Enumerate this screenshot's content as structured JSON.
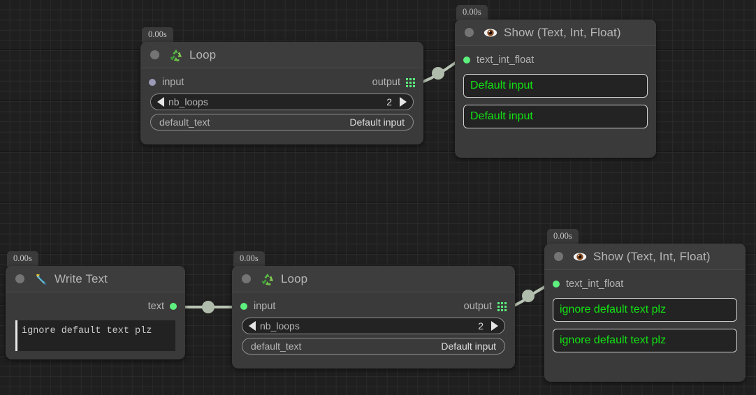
{
  "canvas": {
    "background_color": "#1f1f1f",
    "grid_minor_color": "#2b2b2b",
    "grid_major_color": "#171717"
  },
  "colors": {
    "accent_green": "#5ef07e",
    "value_green": "#13e313",
    "port_lavender": "#9a9ab8",
    "edge": "#b9c4b4",
    "node_body": "#3a3a3a",
    "node_header": "#3d3d3d",
    "title_text": "#b6b6b6"
  },
  "nodes": [
    {
      "id": "loop-top",
      "time_badge": "0.00s",
      "title": "Loop",
      "icon": "recycle-icon",
      "ports": {
        "input_label": "input",
        "input_state": "disconnected",
        "output_label": "output",
        "output_icon": "list-grid-icon"
      },
      "params": [
        {
          "name": "nb_loops",
          "value": "2",
          "type": "stepper",
          "left_arrow": "previous",
          "right_arrow": "next"
        },
        {
          "name": "default_text",
          "value": "Default input",
          "type": "text"
        }
      ]
    },
    {
      "id": "show-top",
      "time_badge": "0.00s",
      "title": "Show (Text, Int, Float)",
      "icon": "eye-icon",
      "ports": {
        "input_label": "text_int_float",
        "input_state": "connected"
      },
      "displays": [
        "Default input",
        "Default input"
      ]
    },
    {
      "id": "write-text",
      "time_badge": "0.00s",
      "title": "Write Text",
      "icon": "pen-nib-icon",
      "ports": {
        "output_label": "text",
        "output_state": "connected"
      },
      "text_value": "ignore default text plz"
    },
    {
      "id": "loop-bottom",
      "time_badge": "0.00s",
      "title": "Loop",
      "icon": "recycle-icon",
      "ports": {
        "input_label": "input",
        "input_state": "connected",
        "output_label": "output",
        "output_icon": "list-grid-icon"
      },
      "params": [
        {
          "name": "nb_loops",
          "value": "2",
          "type": "stepper",
          "left_arrow": "previous",
          "right_arrow": "next"
        },
        {
          "name": "default_text",
          "value": "Default input",
          "type": "text"
        }
      ]
    },
    {
      "id": "show-bottom",
      "time_badge": "0.00s",
      "title": "Show (Text, Int, Float)",
      "icon": "eye-icon",
      "ports": {
        "input_label": "text_int_float",
        "input_state": "connected"
      },
      "displays": [
        "ignore default text plz",
        "ignore default text plz"
      ]
    }
  ]
}
